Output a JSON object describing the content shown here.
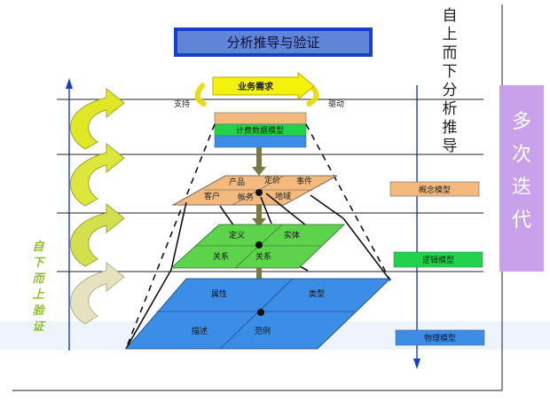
{
  "title": "分析推导与验证",
  "business_requirement": "业务需求",
  "support": "支持",
  "drive": "驱动",
  "billing_model": "计费数据模型",
  "conceptual_layer": {
    "words": [
      "产品",
      "定价",
      "事件",
      "客户",
      "帐务",
      "地域"
    ],
    "label": "概念模型"
  },
  "logical_layer": {
    "words": [
      "定义",
      "实体",
      "关系",
      "关系"
    ],
    "label": "逻辑模型"
  },
  "physical_layer": {
    "words": [
      "属性",
      "类型",
      "描述",
      "范例"
    ],
    "label": "物理模型"
  },
  "top_down": [
    "自",
    "上",
    "而",
    "下",
    "分",
    "析",
    "推",
    "导"
  ],
  "multi_iteration": [
    "多",
    "次",
    "迭",
    "代"
  ],
  "bottom_up": [
    "自",
    "下",
    "而",
    "上",
    "验",
    "证"
  ],
  "colors": {
    "title_blue": "#1a3ec8",
    "title_fill": "#5f86d6",
    "conceptual": "#f4b97d",
    "logical": "#5cd34a",
    "physical": "#3b8de6",
    "arrow_yellow": "#f4f20a",
    "purple": "#c9a0ea"
  }
}
